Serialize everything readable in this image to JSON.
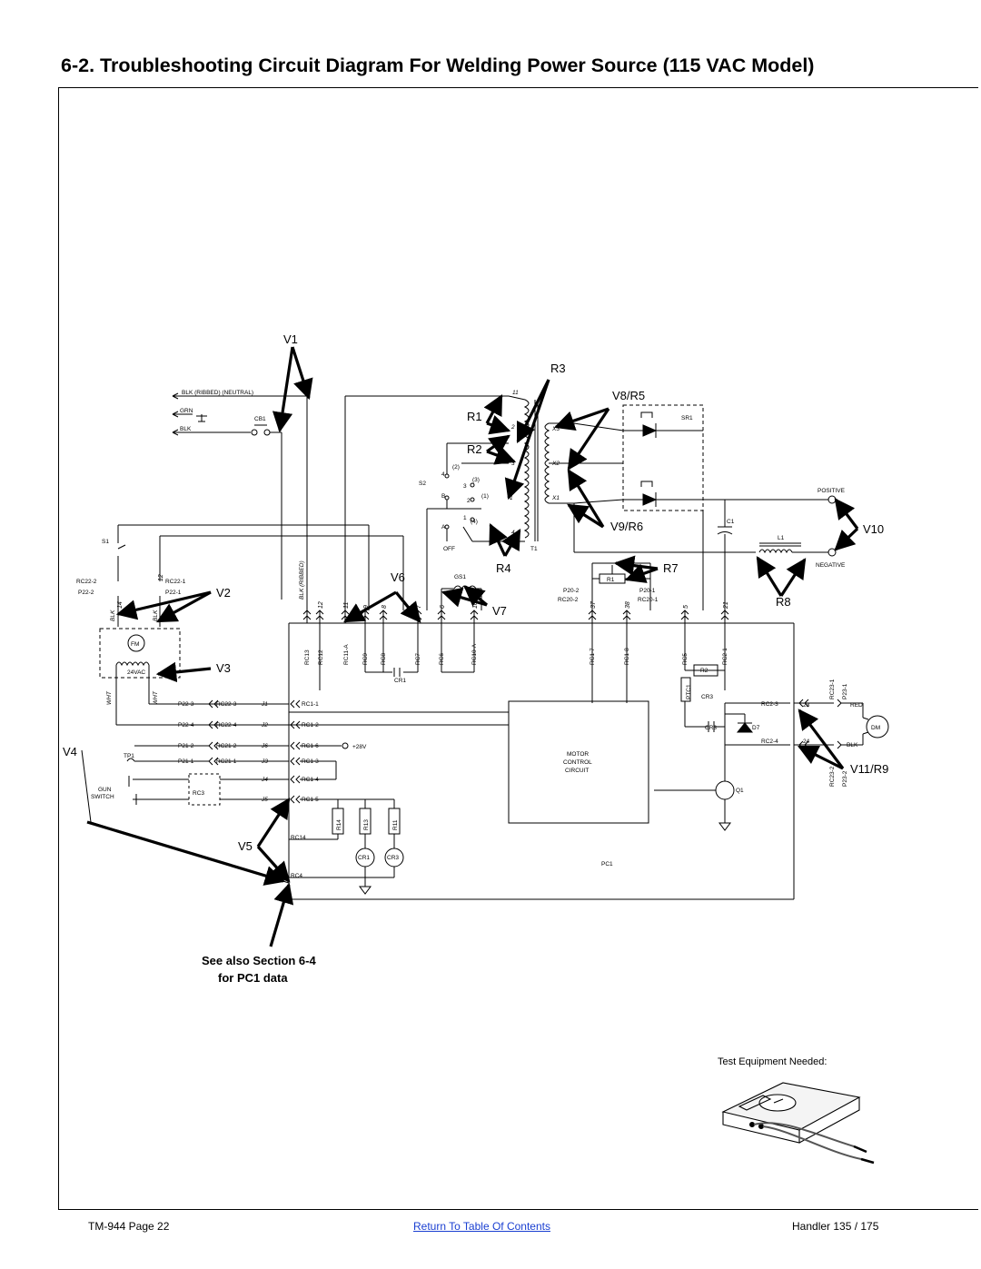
{
  "page": {
    "title": "6-2.  Troubleshooting Circuit Diagram For Welding Power Source (115 VAC Model)"
  },
  "callouts": {
    "V1": "V1",
    "V2": "V2",
    "V3": "V3",
    "V4": "V4",
    "V5": "V5",
    "V6": "V6",
    "V7": "V7",
    "V8R5": "V8/R5",
    "V9R6": "V9/R6",
    "V10": "V10",
    "V11R9": "V11/R9",
    "R1": "R1",
    "R2": "R2",
    "R3": "R3",
    "R4": "R4",
    "R7": "R7",
    "R8": "R8"
  },
  "note": {
    "line1": "See also Section 6-4",
    "line2": "for PC1 data"
  },
  "labels": {
    "blk_ribbed_neutral": "BLK (RIBBED) (NEUTRAL)",
    "grn": "GRN",
    "blk": "BLK",
    "cb1": "CB1",
    "s1": "S1",
    "s2": "S2",
    "t1": "T1",
    "sr1": "SR1",
    "positive": "POSITIVE",
    "negative": "NEGATIVE",
    "l1": "L1",
    "c1": "C1",
    "gs1": "GS1",
    "off": "OFF",
    "fm": "FM",
    "vac24": "24VAC",
    "tp1": "TP1",
    "gun_switch1": "GUN",
    "gun_switch2": "SWITCH",
    "rc3": "RC3",
    "cr1": "CR1",
    "cr3": "CR3",
    "cr1b": "CR1",
    "cr3b": "CR3",
    "d7": "D7",
    "q1": "Q1",
    "dm": "DM",
    "pc1": "PC1",
    "motor1": "MOTOR",
    "motor2": "CONTROL",
    "motor3": "CIRCUIT",
    "plus28": "+28V",
    "r1box": "R1",
    "r2box": "R2",
    "ptc1": "PTC1",
    "r14": "R14",
    "r13": "R13",
    "r11": "R11",
    "red": "RED",
    "blk2": "BLK",
    "wht1": "WHT",
    "wht2": "WHT",
    "blk_tag1": "BLK",
    "blk_tag2": "BLK",
    "blk_ribbed_v": "BLK (RIBBED)",
    "rc22_2": "RC22-2",
    "p22_2": "P22-2",
    "rc22_1": "RC22-1",
    "p22_1": "P22-1",
    "p20_2": "P20-2",
    "rc20_2": "RC20-2",
    "p20_1": "P20-1",
    "rc20_1": "RC20-1",
    "rc23_1": "RC23-1",
    "p23_1": "P23-1",
    "rc23_2": "RC23-2",
    "p23_2": "P23-2"
  },
  "wire_numbers": [
    "14",
    "12",
    "12",
    "11",
    "9",
    "8",
    "7",
    "6",
    "10",
    "37",
    "38",
    "5",
    "21"
  ],
  "rc_column": [
    "RC13",
    "RC12",
    "RC11-A",
    "RC9",
    "RC8",
    "RC7",
    "RC6",
    "RC10-A",
    "RC1-7",
    "RC1-8",
    "RC5",
    "RC2-1"
  ],
  "left_rows": [
    {
      "p": "P22-3",
      "rc": "RC22-3",
      "j": "J1",
      "rc1": "RC1-1"
    },
    {
      "p": "P22-4",
      "rc": "RC22-4",
      "j": "J2",
      "rc1": "RC1-2"
    },
    {
      "p": "P21-2",
      "rc": "RC21-2",
      "j": "J6",
      "rc1": "RC1-6"
    },
    {
      "p": "P21-1",
      "rc": "RC21-1",
      "j": "J3",
      "rc1": "RC1-3"
    },
    {
      "p": "",
      "rc": "",
      "j": "J4",
      "rc1": "RC1-4"
    },
    {
      "p": "",
      "rc": "",
      "j": "J5",
      "rc1": "RC1-5"
    }
  ],
  "misc": {
    "rc14": "RC14",
    "rc4": "RC4",
    "rc2_3": "RC2-3",
    "rc2_4": "RC2-4",
    "j23": "23",
    "j24": "24"
  },
  "transformer_taps": [
    "11",
    "2",
    "3",
    "1",
    "4",
    "X3",
    "X2",
    "X1"
  ],
  "switch_positions": [
    "(2)",
    "(3)",
    "(1)",
    "(4)",
    "4",
    "B",
    "2",
    "A",
    "1",
    "3"
  ],
  "test_equipment": "Test Equipment Needed:",
  "footer": {
    "left": "TM-944 Page 22",
    "link": "Return To Table Of Contents",
    "right": "Handler 135 / 175"
  }
}
